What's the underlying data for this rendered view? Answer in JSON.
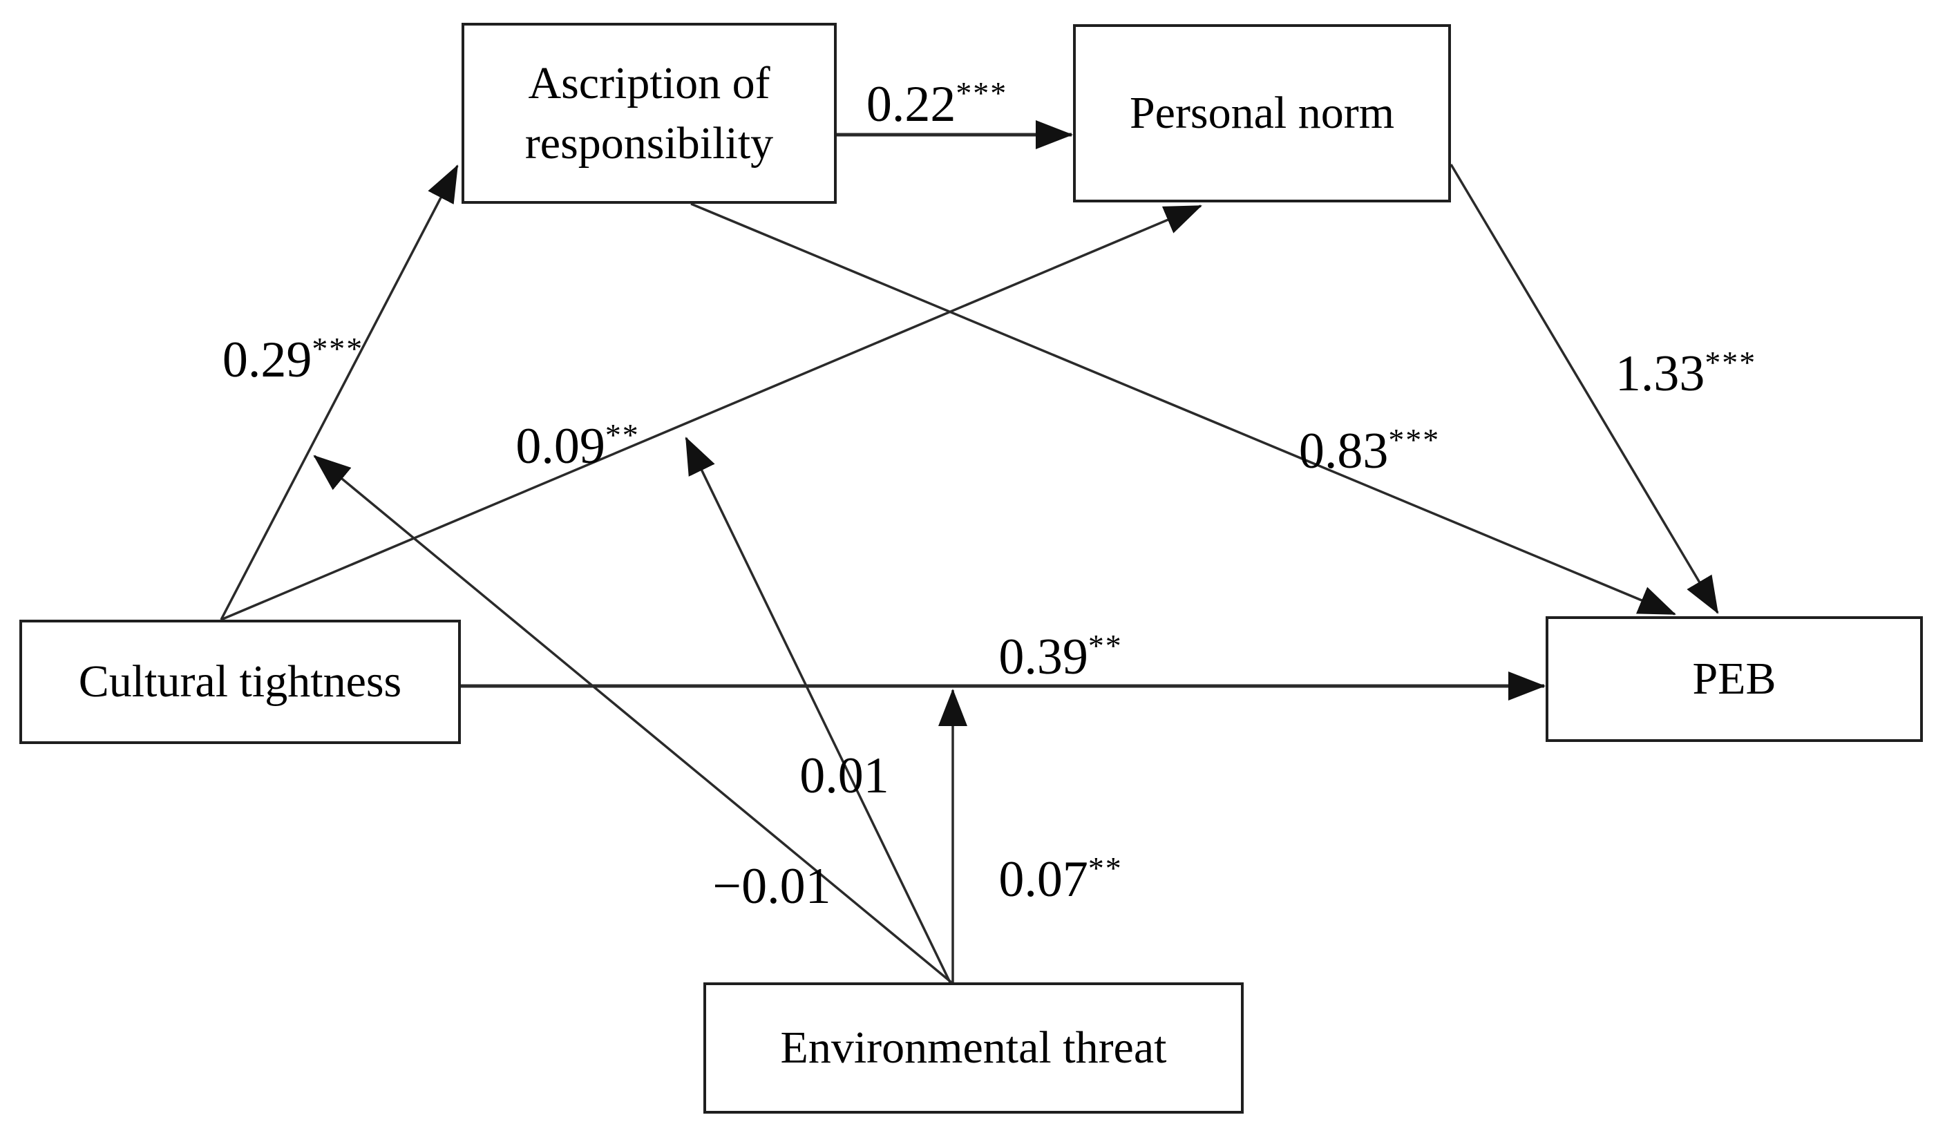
{
  "figure": {
    "type": "structural-equation-path-diagram",
    "nodes": {
      "ascription": {
        "label": "Ascription of responsibility"
      },
      "personal_norm": {
        "label": "Personal norm"
      },
      "cultural_tightness": {
        "label": "Cultural tightness"
      },
      "peb": {
        "label": "PEB"
      },
      "environmental_threat": {
        "label": "Environmental threat"
      }
    },
    "paths": [
      {
        "from": "Cultural tightness",
        "to": "Ascription of responsibility",
        "coef": "0.29",
        "stars": "***"
      },
      {
        "from": "Ascription of responsibility",
        "to": "Personal norm",
        "coef": "0.22",
        "stars": "***"
      },
      {
        "from": "Cultural tightness",
        "to": "Personal norm",
        "coef": "0.09",
        "stars": "**"
      },
      {
        "from": "Personal norm",
        "to": "PEB",
        "coef": "1.33",
        "stars": "***"
      },
      {
        "from": "Ascription of responsibility",
        "to": "PEB",
        "coef": "0.83",
        "stars": "***"
      },
      {
        "from": "Cultural tightness",
        "to": "PEB",
        "coef": "0.39",
        "stars": "**"
      },
      {
        "from": "Environmental threat",
        "to": "path: Cultural tightness → Ascription of responsibility",
        "coef": "−0.01",
        "stars": ""
      },
      {
        "from": "Environmental threat",
        "to": "path: Cultural tightness → Personal norm",
        "coef": "0.01",
        "stars": ""
      },
      {
        "from": "Environmental threat",
        "to": "path: Cultural tightness → PEB",
        "coef": "0.07",
        "stars": "**"
      }
    ]
  }
}
